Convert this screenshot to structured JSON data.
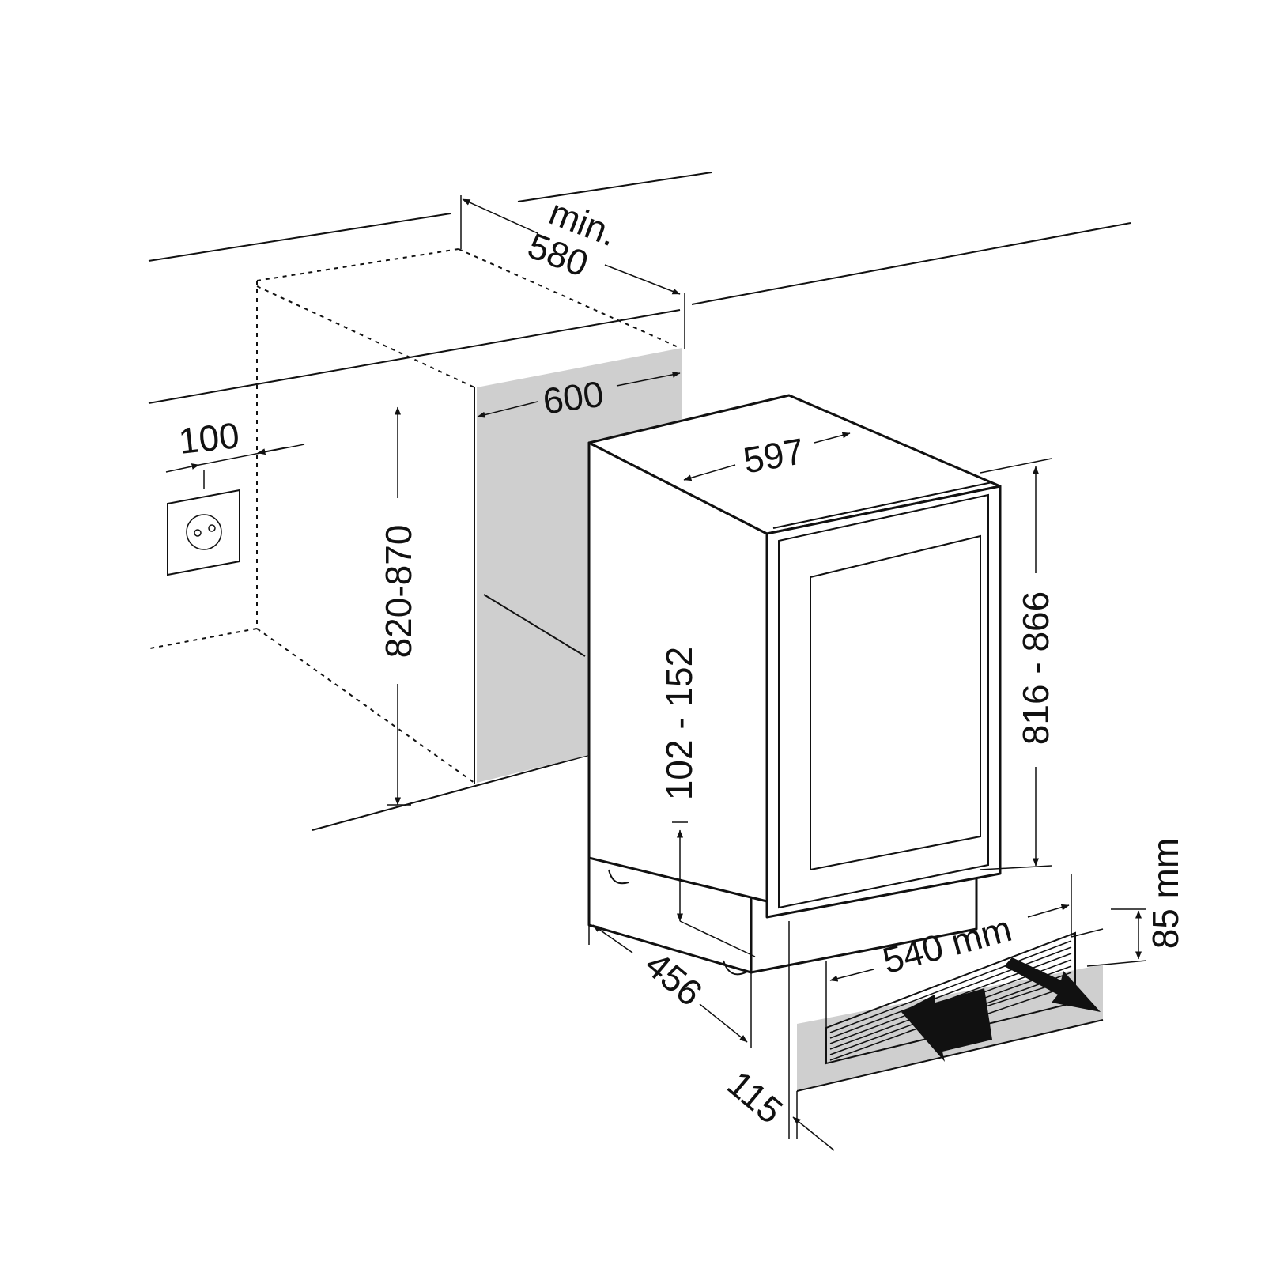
{
  "dimensions": {
    "min_label": "min.",
    "niche_depth": "580",
    "niche_width": "600",
    "socket_offset": "100",
    "niche_height": "820-870",
    "top_width": "597",
    "appliance_height": "816 - 866",
    "plinth_height": "102 - 152",
    "depth_456": "456",
    "vent_width": "540 mm",
    "vent_height": "85 mm",
    "plinth_setback": "115"
  },
  "colors": {
    "line": "#111111",
    "shade": "#cfcfcf",
    "background": "#ffffff"
  },
  "icons": {
    "socket": "power-socket-icon",
    "airflow": "airflow-arrow-icon"
  }
}
